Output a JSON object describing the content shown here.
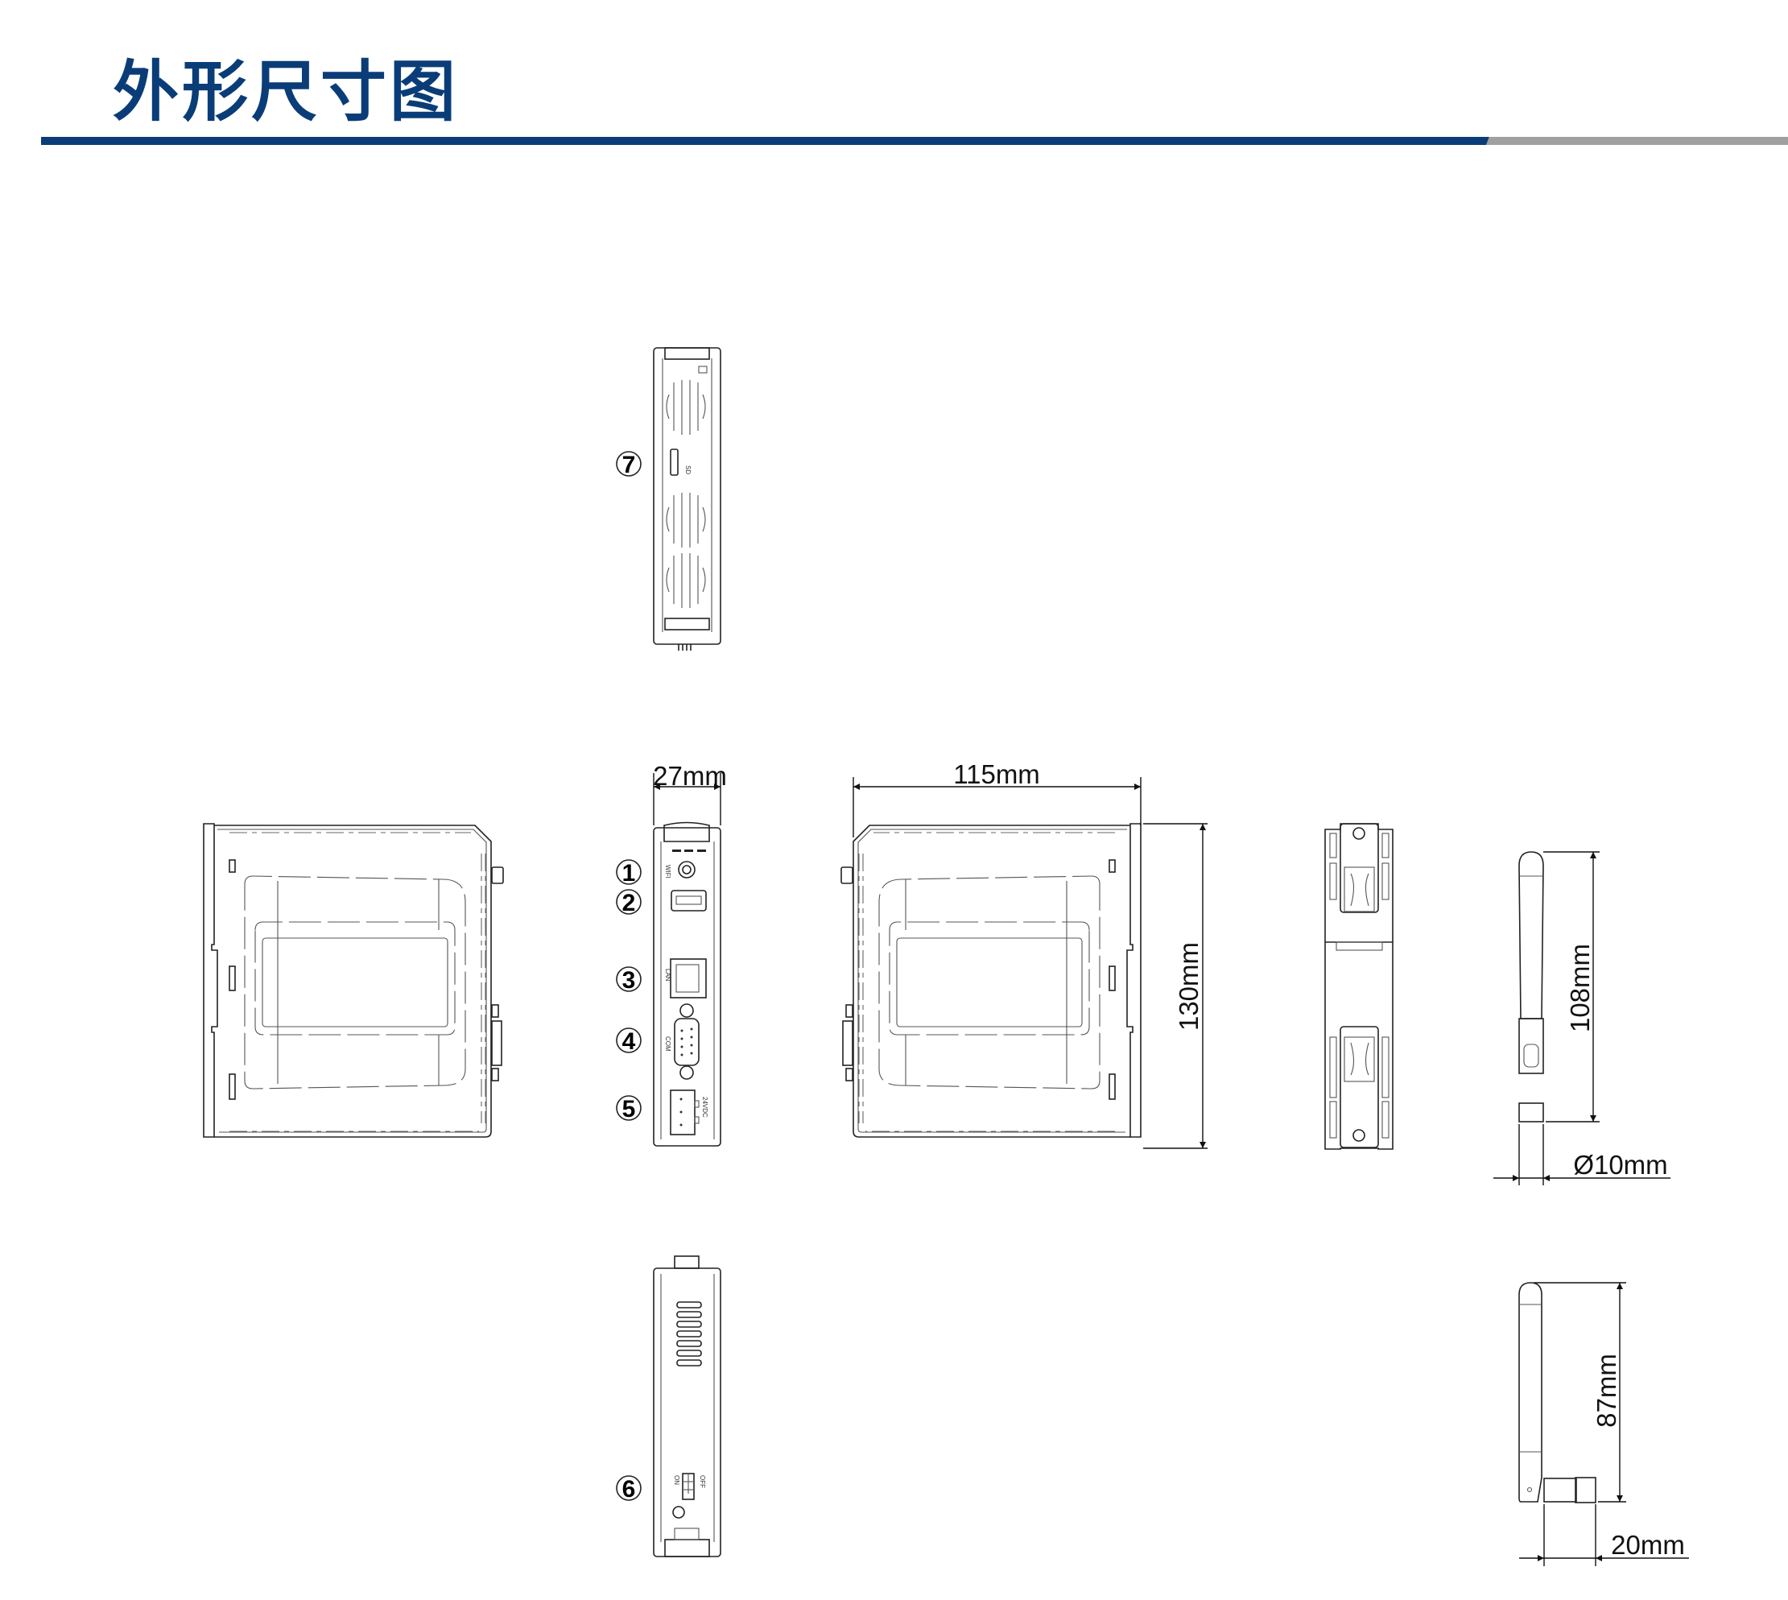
{
  "header": {
    "title": "外形尺寸图",
    "accent_color": "#0a3d78",
    "secondary_color": "#a0a0a0"
  },
  "dimensions": {
    "width_front": "27mm",
    "depth": "115mm",
    "height": "130mm",
    "antenna_length_straight": "108mm",
    "antenna_diameter": "Ø10mm",
    "antenna_length_bent": "87mm",
    "antenna_bent_offset": "20mm"
  },
  "callouts": [
    "1",
    "2",
    "3",
    "4",
    "5",
    "6",
    "7"
  ],
  "port_labels": {
    "wifi": "WIFI",
    "lan": "LAN",
    "com": "COM",
    "power": "24VDC",
    "sd": "SD",
    "dip_on": "ON",
    "dip_off": "OFF"
  }
}
